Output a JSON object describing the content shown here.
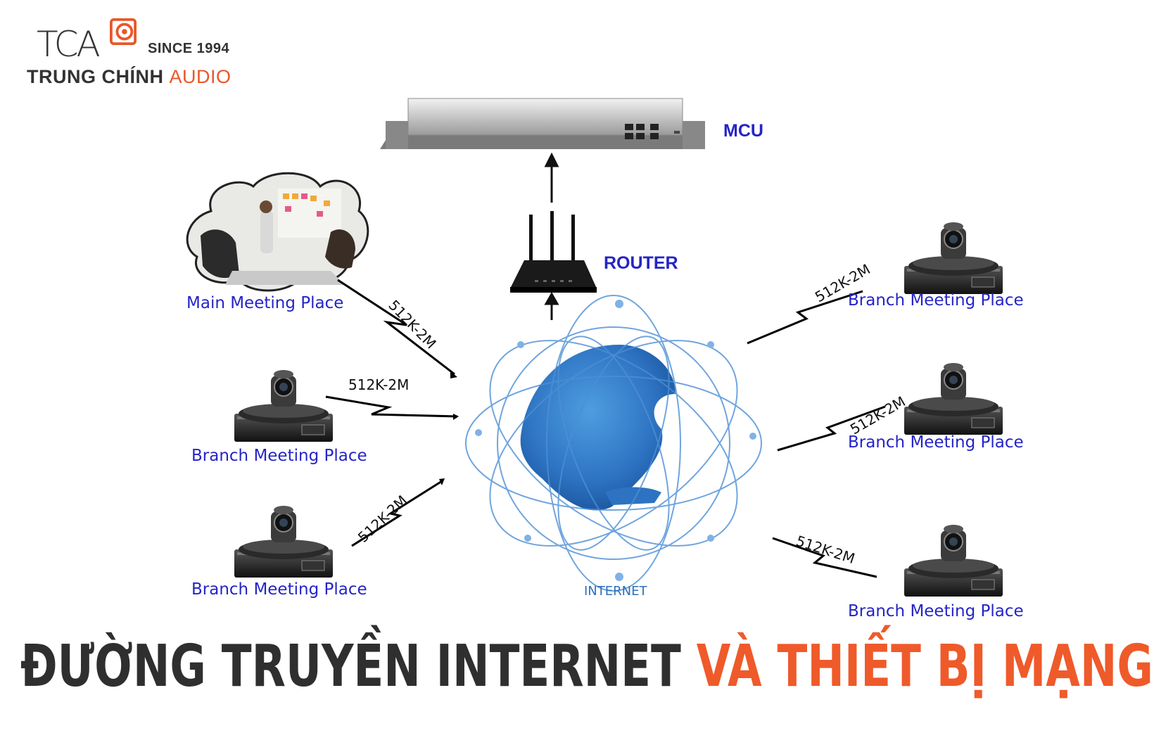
{
  "logo": {
    "brand": "TCA",
    "since": "SINCE 1994",
    "name_dark": "TRUNG CHÍNH",
    "name_accent": "AUDIO"
  },
  "nodes": {
    "mcu": "MCU",
    "router": "ROUTER",
    "internet": "INTERNET",
    "main": "Main Meeting Place",
    "branch_left_1": "Branch Meeting Place",
    "branch_left_2": "Branch Meeting Place",
    "branch_right_1": "Branch Meeting Place",
    "branch_right_2": "Branch Meeting Place",
    "branch_right_3": "Branch Meeting Place"
  },
  "links": {
    "main": "512K-2M",
    "left_1": "512K-2M",
    "left_2": "512K-2M",
    "right_1": "512K-2M",
    "right_2": "512K-2M",
    "right_3": "512K-2M"
  },
  "headline": {
    "dark": "ĐƯỜNG TRUYỀN INTERNET",
    "accent": "VÀ THIẾT BỊ MẠNG"
  },
  "colors": {
    "label_blue": "#2424c8",
    "accent_orange": "#ef5a2a",
    "globe_blue": "#2e78c8"
  }
}
